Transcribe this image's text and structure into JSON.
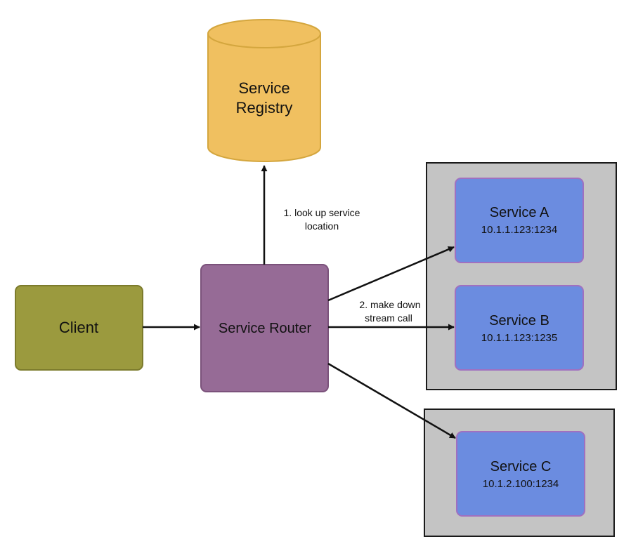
{
  "registry": {
    "line1": "Service",
    "line2": "Registry"
  },
  "client": {
    "label": "Client"
  },
  "router": {
    "label": "Service Router"
  },
  "edges": {
    "lookup": {
      "line1": "1. look up service",
      "line2": "location"
    },
    "downstream": {
      "line1": "2. make down",
      "line2": "stream call"
    }
  },
  "services": [
    {
      "name": "Service A",
      "address": "10.1.1.123:1234"
    },
    {
      "name": "Service B",
      "address": "10.1.1.123:1235"
    },
    {
      "name": "Service C",
      "address": "10.1.2.100:1234"
    }
  ],
  "colors": {
    "registry": "#f0c060",
    "client": "#9b9a3e",
    "router": "#966b96",
    "service": "#6b8ce0",
    "host": "#c4c4c4",
    "edge": "#111111"
  }
}
